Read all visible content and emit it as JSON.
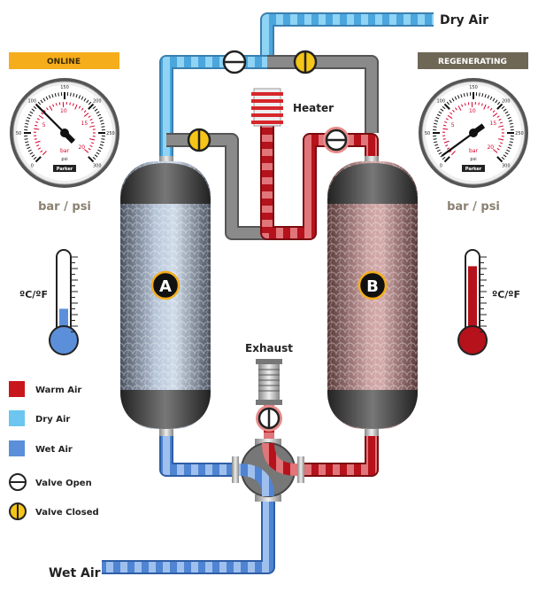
{
  "labels": {
    "dry_air": "Dry Air",
    "wet_air": "Wet Air",
    "heater": "Heater",
    "exhaust": "Exhaust"
  },
  "tower_a": {
    "label": "A",
    "status": "ONLINE",
    "status_color": "#f5ad1c",
    "gauge_unit": "bar / psi",
    "temp_unit": "ºC/ºF",
    "gauge_psi": 100
  },
  "tower_b": {
    "label": "B",
    "status": "REGENERATING",
    "status_color": "#6e6756",
    "gauge_unit": "bar / psi",
    "temp_unit": "ºC/ºF",
    "gauge_psi": 10
  },
  "gauge": {
    "psi_ticks": [
      "0",
      "50",
      "100",
      "150",
      "200",
      "250",
      "300"
    ],
    "bar_ticks": [
      "5",
      "10",
      "15",
      "20"
    ],
    "bar_label": "bar",
    "psi_label": "psi",
    "brand": "Parker"
  },
  "thermometer_levels": {
    "a": 0.35,
    "b": 0.85
  },
  "legend": [
    {
      "label": "Warm Air",
      "color": "#c8161d",
      "icon": "swatch"
    },
    {
      "label": "Dry Air",
      "color": "#6cc6f0",
      "icon": "swatch"
    },
    {
      "label": "Wet Air",
      "color": "#5b8fd9",
      "icon": "swatch"
    },
    {
      "label": "Valve Open",
      "icon": "valve-open-icon"
    },
    {
      "label": "Valve Closed",
      "icon": "valve-closed-icon"
    }
  ],
  "colors": {
    "warm": "#c8161d",
    "dry": "#6cc6f0",
    "wet": "#5b8fd9",
    "idle": "#7a7a7a",
    "valve_closed": "#f5c518"
  }
}
